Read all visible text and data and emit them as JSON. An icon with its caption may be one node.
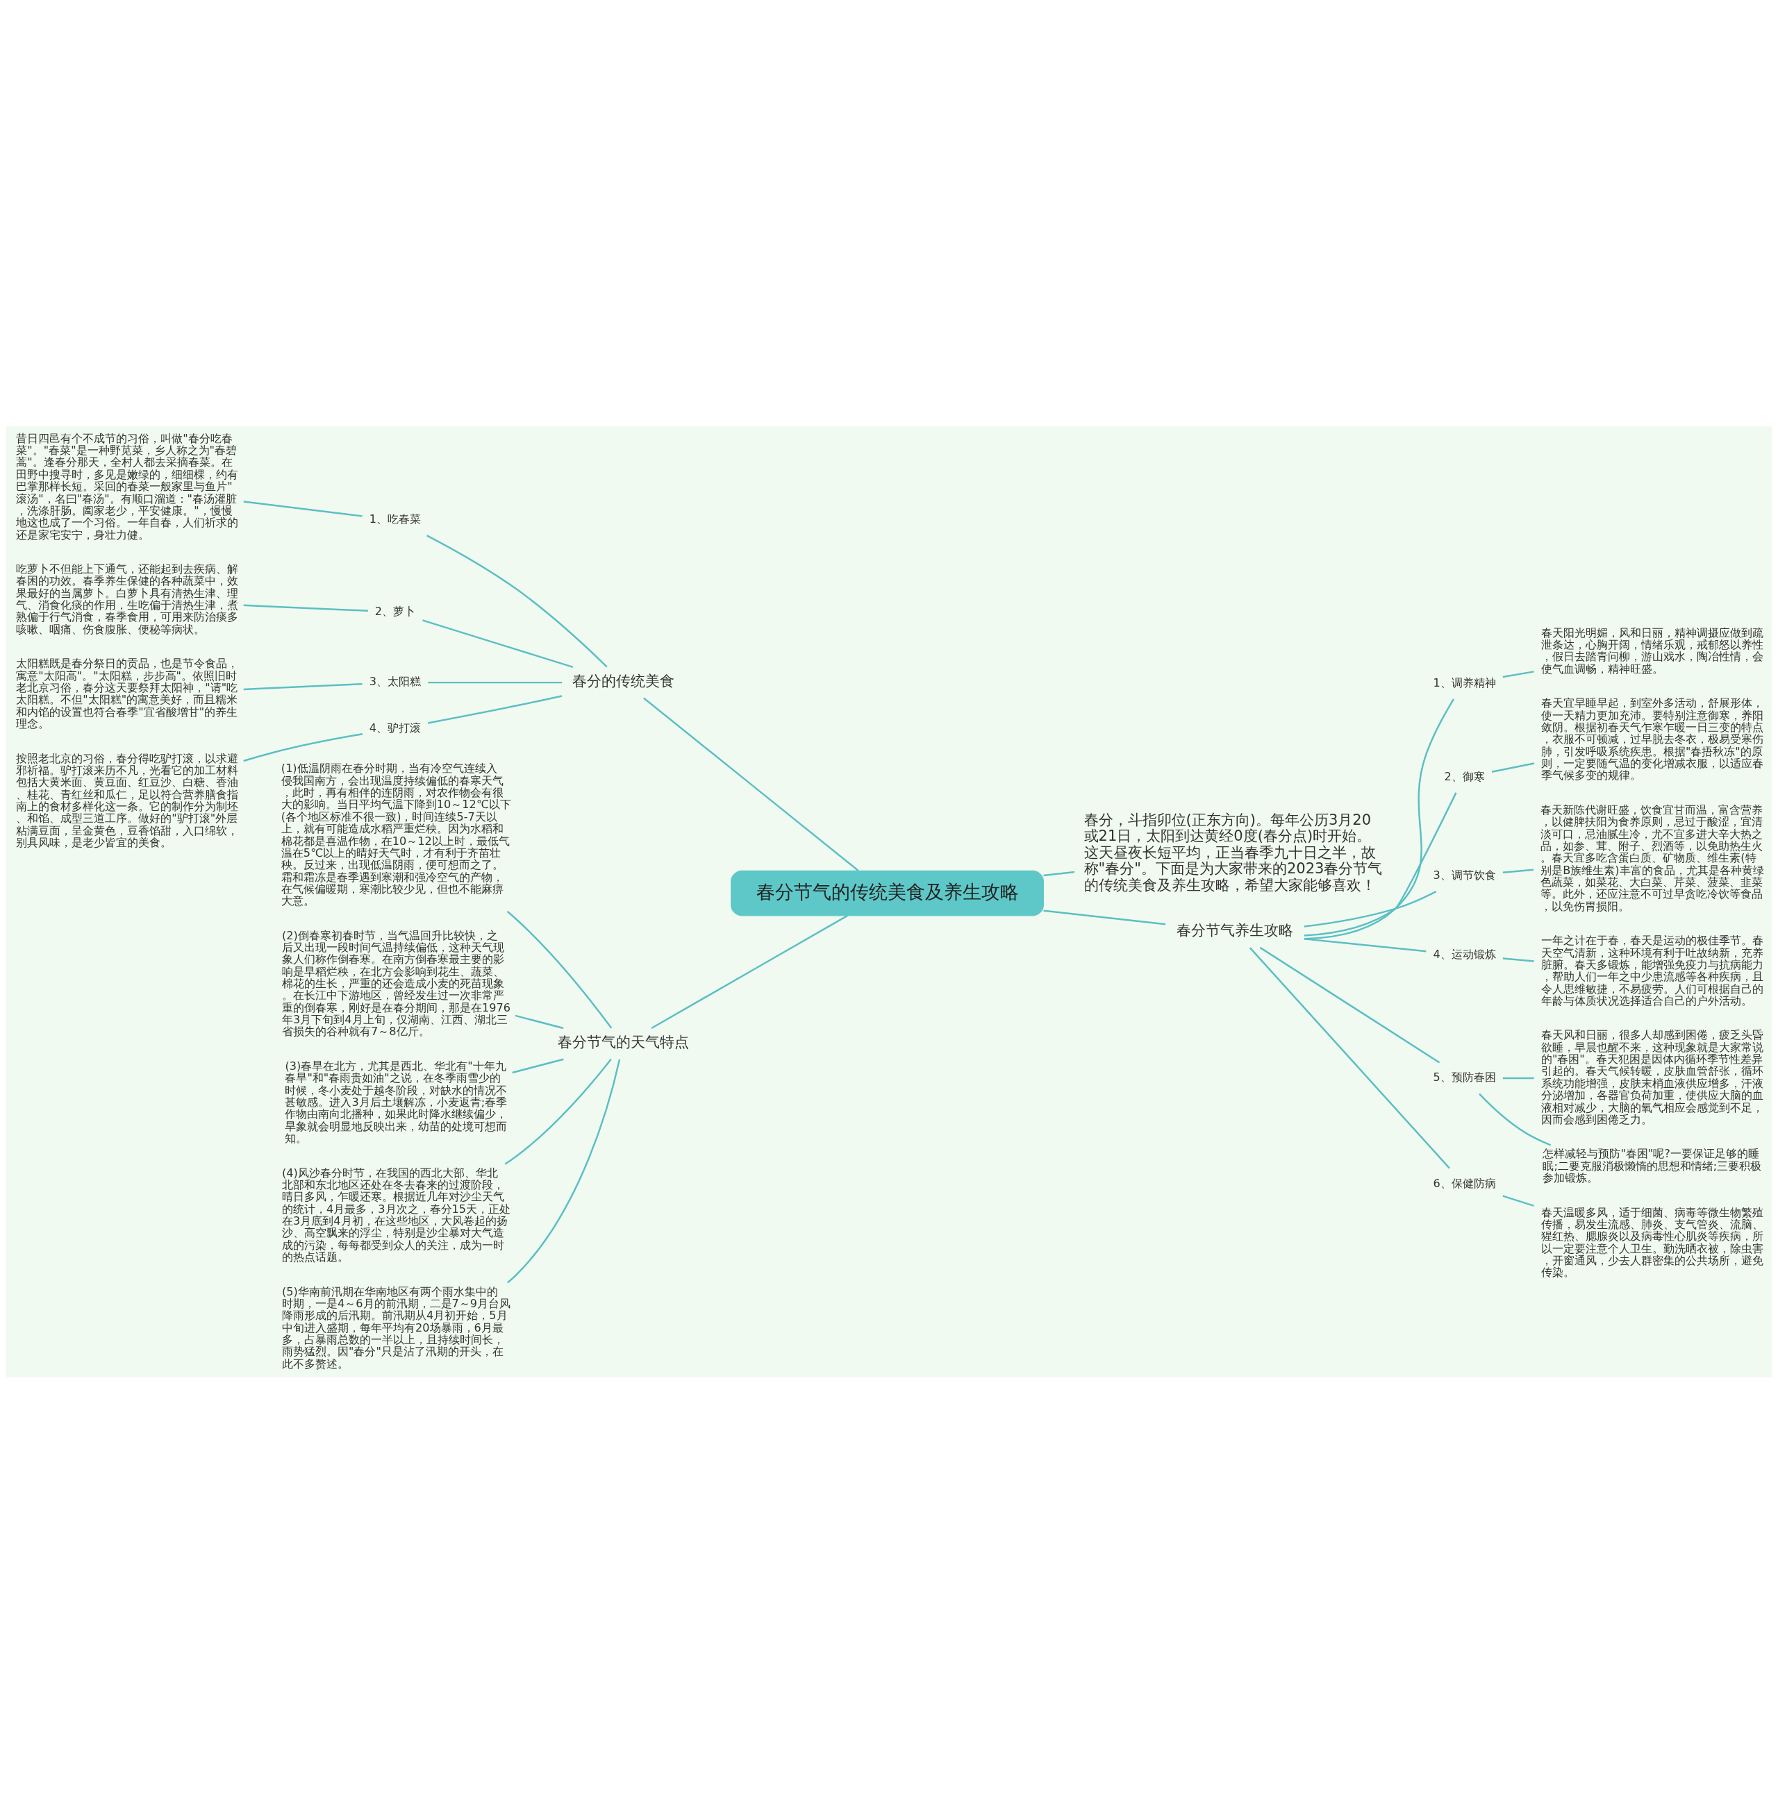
{
  "diagram": {
    "nodes": [
      {
        "text": [
          "春分节气的传统美食及养生攻略"
        ]
      },
      {
        "text": [
          "春分的传统美食"
        ]
      },
      {
        "text": [
          "1、吃春菜"
        ]
      },
      {
        "text": [
          "昔日四邑有个不成节的习俗，叫做\"春分吃春菜\"。\"春菜\"是一种野苋菜，乡人称之为\"春碧蒿\"。逢春分那天，全村人都去采摘春菜。在田野中搜寻时，多见是嫩绿的，细细棵，约有巴掌那样长短。采回的春菜一般家里与鱼片\"滚汤\"，名曰\"春汤\"。有顺口溜道：\"春汤灌脏，洗涤肝肠。阖家老少，平安健康。\"，慢慢地这也成了一个习俗。一年自春，人们祈求的还是家宅安宁，身壮力健。"
        ]
      },
      {
        "text": [
          "2、萝卜"
        ]
      },
      {
        "text": [
          "吃萝卜不但能上下通气，还能起到去疾病、解春困的功效。春季养生保健的各种蔬菜中，效果最好的当属萝卜。白萝卜具有清热生津、理气、消食化痰的作用，生吃偏于清热生津，煮熟偏于行气消食，春季食用，可用来防治痰多咳嗽、咽痛、伤食腹胀、便秘等病状。"
        ]
      },
      {
        "text": [
          "3、太阳糕"
        ]
      },
      {
        "text": [
          "太阳糕既是春分祭日的贡品，也是节令食品，寓意\"太阳高\"。\"太阳糕，步步高\"。依照旧时老北京习俗，春分这天要祭拜太阳神，\"请\"吃太阳糕。不但\"太阳糕\"的寓意美好，而且糯米和内馅的设置也符合春季\"宜省酸增甘\"的养生理念。"
        ]
      },
      {
        "text": [
          "4、驴打滚"
        ]
      },
      {
        "text": [
          "按照老北京的习俗，春分得吃驴打滚，以求避邪祈福。驴打滚来历不凡，光看它的加工材料包括大黄米面、黄豆面、红豆沙、白糖、香油、桂花、青红丝和瓜仁，足以符合营养膳食指南上的食材多样化这一条。它的制作分为制坯、和馅、成型三道工序。做好的\"驴打滚\"外层粘满豆面，呈金黄色，豆香馅甜，入口绵软，别具风味，是老少皆宜的美食。"
        ]
      },
      {
        "text": [
          "春分，斗指卯位(正东方向)。每年公历3月20或21日，太阳到达黄经0度(春分点)时开始。这天昼夜长短平均，正当春季九十日之半，故称\"春分\"。下面是为大家带来的2023春分节气的传统美食及养生攻略，希望大家能够喜欢！"
        ]
      },
      {
        "text": [
          "春分节气的天气特点"
        ]
      },
      {
        "text": [
          "(1)低温阴雨在春分时期，当有冷空气连续入侵我国南方，会出现温度持续偏低的春寒天气，此时，再有相伴的连阴雨，对农作物会有很大的影响。当日平均气温下降到10～12℃以下(各个地区标准不很一致)，时间连续5-7天以上，就有可能造成水稻严重烂秧。因为水稻和棉花都是喜温作物，在10～12以上时，最低气温在5℃以上的晴好天气时，才有利于齐苗壮秧。反过来，出现低温阴雨，便可想而之了。霜和霜冻是春季遇到寒潮和强冷空气的产物，在气候偏暖期，寒潮比较少见，但也不能麻痹大意。"
        ]
      },
      {
        "text": [
          "(2)倒春寒初春时节，当气温回升比较快，之后又出现一段时间气温持续偏低，这种天气现象人们称作倒春寒。在南方倒春寒最主要的影响是早稻烂秧，在北方会影响到花生、蔬菜、棉花的生长，严重的还会造成小麦的死苗现象。在长江中下游地区，曾经发生过一次非常严重的倒春寒，刚好是在春分期间，那是在1976年3月下旬到4月上旬，仅湖南、江西、湖北三省损失的谷种就有7～8亿斤。"
        ]
      },
      {
        "text": [
          "(3)春旱在北方，尤其是西北、华北有\"十年九春旱\"和\"春雨贵如油\"之说，在冬季雨雪少的时候，冬小麦处于越冬阶段，对缺水的情况不甚敏感。进入3月后土壤解冻，小麦返青;春季作物由南向北播种，如果此时降水继续偏少，旱象就会明显地反映出来，幼苗的处境可想而知。"
        ]
      },
      {
        "text": [
          "(4)风沙春分时节，在我国的西北大部、华北北部和东北地区还处在冬去春来的过渡阶段，晴日多风，乍暖还寒。根据近几年对沙尘天气的统计，4月最多，3月次之，春分15天，正处在3月底到4月初，在这些地区，大风卷起的扬沙、高空飘来的浮尘，特别是沙尘暴对大气造成的污染，每每都受到众人的关注，成为一时的热点话题。"
        ]
      },
      {
        "text": [
          "(5)华南前汛期在华南地区有两个雨水集中的时期，一是4～6月的前汛期，二是7～9月台风降雨形成的后汛期。前汛期从4月初开始，5月中旬进入盛期，每年平均有20场暴雨，6月最多，占暴雨总数的一半以上，且持续时间长，雨势猛烈。因\"春分\"只是沾了汛期的开头，在此不多赘述。"
        ]
      },
      {
        "text": [
          "春分节气养生攻略"
        ]
      },
      {
        "text": [
          "1、调养精神"
        ]
      },
      {
        "text": [
          "春天阳光明媚，风和日丽，精神调摄应做到疏泄条达，心胸开阔，情绪乐观，戒郁怒以养性，假日去踏青问柳，游山戏水，陶冶性情，会使气血调畅，精神旺盛。"
        ]
      },
      {
        "text": [
          "2、御寒"
        ]
      },
      {
        "text": [
          "春天宜早睡早起，到室外多活动，舒展形体，使一天精力更加充沛。要特别注意御寒，养阳敛阴。根据初春天气乍寒乍暖一日三变的特点，衣服不可顿减，过早脱去冬衣，极易受寒伤肺，引发呼吸系统疾患。根据\"春捂秋冻\"的原则，一定要随气温的变化增减衣服，以适应春季气候多变的规律。"
        ]
      },
      {
        "text": [
          "3、调节饮食"
        ]
      },
      {
        "text": [
          "春天新陈代谢旺盛，饮食宜甘而温，富含营养，以健脾扶阳为食养原则，忌过于酸涩，宜清淡可口，忌油腻生冷，尤不宜多进大辛大热之品，如参、茸、附子、烈酒等，以免助热生火。春天宜多吃含蛋白质、矿物质、维生素(特别是B族维生素)丰富的食品，尤其是各种黄绿色蔬菜，如菜花、大白菜、芹菜、菠菜、韭菜等。此外，还应注意不可过早贪吃冷饮等食品，以免伤胃损阳。"
        ]
      },
      {
        "text": [
          "4、运动锻炼"
        ]
      },
      {
        "text": [
          "一年之计在于春，春天是运动的极佳季节。春天空气清新，这种环境有利于吐故纳新，充养脏腑。春天多锻炼，能增强免疫力与抗病能力，帮助人们一年之中少患流感等各种疾病，且令人思维敏捷，不易疲劳。人们可根据自己的年龄与体质状况选择适合自己的户外活动。"
        ]
      },
      {
        "text": [
          "5、预防春困"
        ]
      },
      {
        "text": [
          "春天风和日丽，很多人却感到困倦，疲乏头昏欲睡，早晨也醒不来，这种现象就是大家常说的\"春困\"。春天犯困是因体内循环季节性差异引起的。春天气候转暖，皮肤血管舒张，循环系统功能增强，皮肤末梢血液供应增多，汗液分泌增加，各器官负荷加重，使供应大脑的血液相对减少，大脑的氧气相应会感觉到不足，因而会感到困倦乏力。"
        ]
      },
      {
        "text": [
          "怎样减轻与预防\"春困\"呢?一要保证足够的睡眠;二要克服消极懒惰的思想和情绪;三要积极参加锻炼。"
        ]
      },
      {
        "text": [
          "6、保健防病"
        ]
      },
      {
        "text": [
          "春天温暖多风，适于细菌、病毒等微生物繁殖传播，易发生流感、肺炎、支气管炎、流脑、猩红热、腮腺炎以及病毒性心肌炎等疾病，所以一定要注意个人卫生。勤洗晒衣被，除虫害，开窗通风，少去人群密集的公共场所，避免传染。"
        ]
      }
    ],
    "edges": [
      {
        "from": 0,
        "to": 1,
        "arrow": "none"
      },
      {
        "from": 1,
        "to": 2,
        "arrow": "none"
      },
      {
        "from": 2,
        "to": 3,
        "arrow": "none"
      },
      {
        "from": 1,
        "to": 4,
        "arrow": "none"
      },
      {
        "from": 4,
        "to": 5,
        "arrow": "none"
      },
      {
        "from": 1,
        "to": 6,
        "arrow": "none"
      },
      {
        "from": 6,
        "to": 7,
        "arrow": "none"
      },
      {
        "from": 1,
        "to": 8,
        "arrow": "none"
      },
      {
        "from": 8,
        "to": 9,
        "arrow": "none"
      },
      {
        "from": 0,
        "to": 10,
        "arrow": "none"
      },
      {
        "from": 0,
        "to": 11,
        "arrow": "none"
      },
      {
        "from": 11,
        "to": 12,
        "arrow": "none"
      },
      {
        "from": 11,
        "to": 13,
        "arrow": "none"
      },
      {
        "from": 11,
        "to": 14,
        "arrow": "none"
      },
      {
        "from": 11,
        "to": 15,
        "arrow": "none"
      },
      {
        "from": 11,
        "to": 16,
        "arrow": "none"
      },
      {
        "from": 0,
        "to": 17,
        "arrow": "none"
      },
      {
        "from": 17,
        "to": 18,
        "arrow": "none"
      },
      {
        "from": 18,
        "to": 19,
        "arrow": "none"
      },
      {
        "from": 17,
        "to": 20,
        "arrow": "none"
      },
      {
        "from": 20,
        "to": 21,
        "arrow": "none"
      },
      {
        "from": 17,
        "to": 22,
        "arrow": "none"
      },
      {
        "from": 22,
        "to": 23,
        "arrow": "none"
      },
      {
        "from": 17,
        "to": 24,
        "arrow": "none"
      },
      {
        "from": 24,
        "to": 25,
        "arrow": "none"
      },
      {
        "from": 17,
        "to": 26,
        "arrow": "none"
      },
      {
        "from": 26,
        "to": 27,
        "arrow": "none"
      },
      {
        "from": 26,
        "to": 28,
        "arrow": "none"
      },
      {
        "from": 17,
        "to": 29,
        "arrow": "none"
      },
      {
        "from": 29,
        "to": 30,
        "arrow": "none"
      }
    ]
  }
}
